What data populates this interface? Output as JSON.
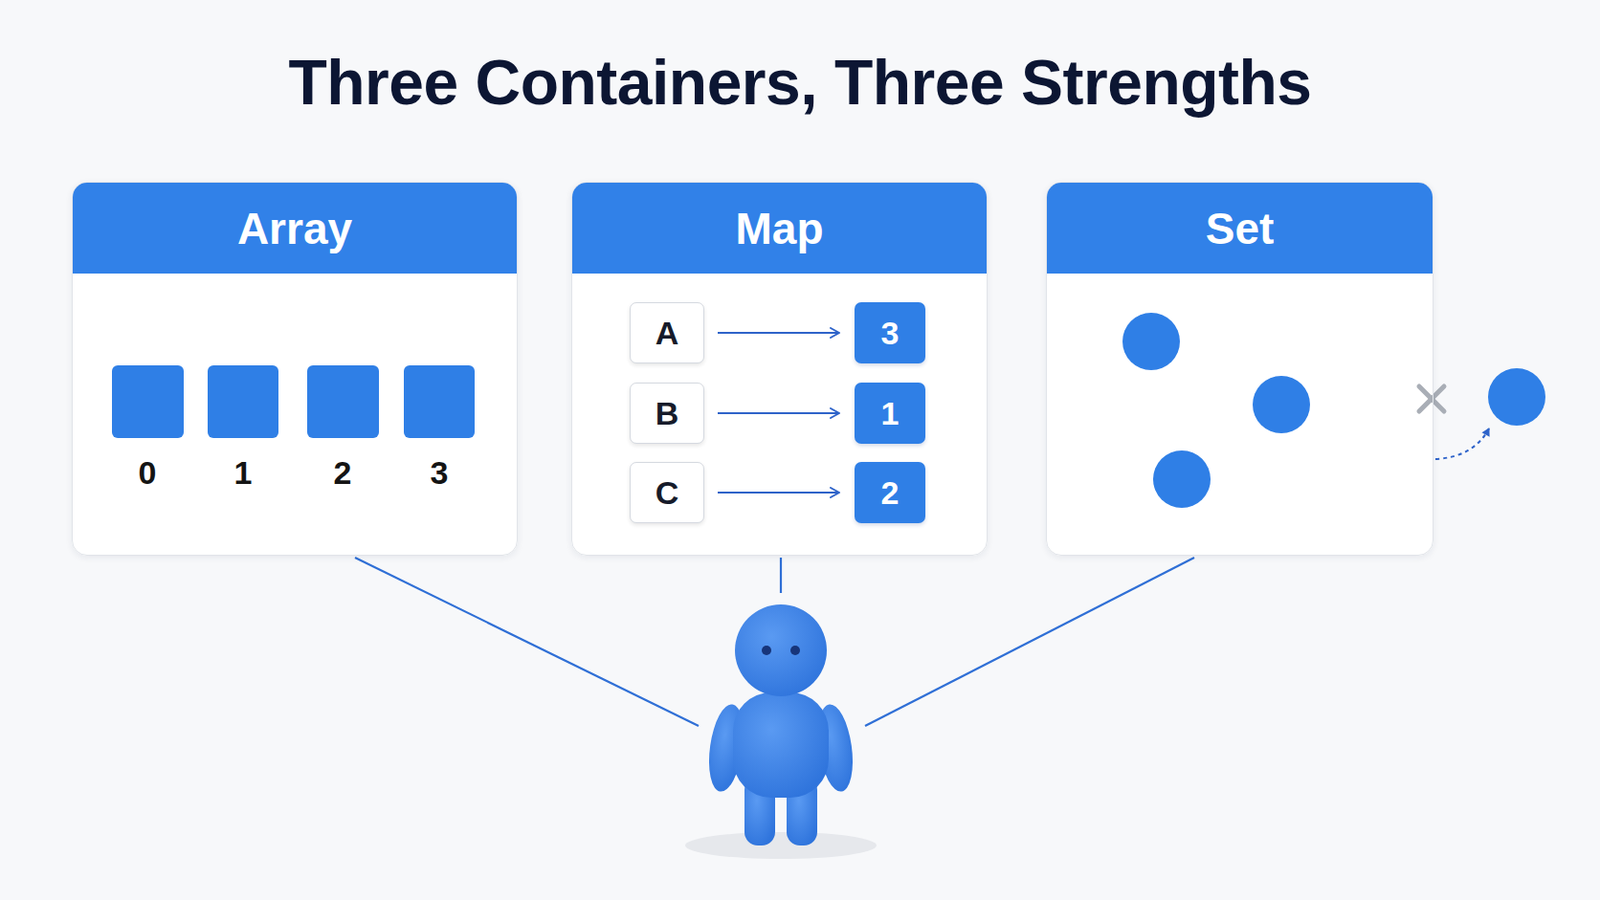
{
  "diagram": {
    "title": "Three Containers, Three Strengths",
    "nodes": [
      {
        "text": [
          "Array"
        ]
      },
      {
        "text": [
          "Map"
        ]
      },
      {
        "text": [
          "Set"
        ]
      },
      {
        "text": [
          "A"
        ],
        "in": 1
      },
      {
        "text": [
          "3"
        ],
        "in": 1
      },
      {
        "text": [
          "B"
        ],
        "in": 1
      },
      {
        "text": [
          "1"
        ],
        "in": 1
      },
      {
        "text": [
          "C"
        ],
        "in": 1
      },
      {
        "text": [
          "2"
        ],
        "in": 1
      }
    ],
    "edges": [
      {
        "from": 3,
        "to": 4,
        "arrow": "to"
      },
      {
        "from": 5,
        "to": 6,
        "arrow": "to"
      },
      {
        "from": 7,
        "to": 8,
        "arrow": "to"
      }
    ],
    "labels": [
      "0",
      "1",
      "2",
      "3"
    ]
  }
}
